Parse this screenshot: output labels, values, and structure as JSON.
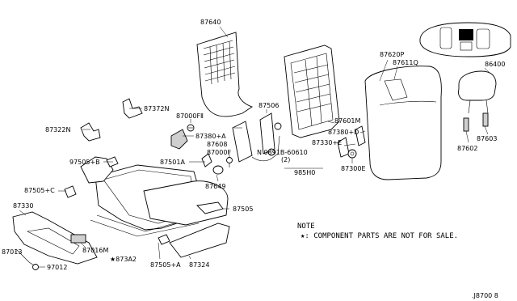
{
  "labels": {
    "p87640": "87640",
    "p87372N": "87372N",
    "p87000FII": "87000FⅡ",
    "p87322N": "87322N",
    "p87380A": "87380+A",
    "p87608": "87608",
    "p87000F": "87000F",
    "p87506": "87506",
    "p87601M": "87601M",
    "p87380D": "87380+D",
    "p87330E": "87330+E",
    "p87300E": "87300E",
    "p985H0": "985H0",
    "pBolt": "N 0891B-60610",
    "pBoltQty": "(2)",
    "p87620P": "87620P",
    "p87611Q": "87611Q",
    "p86400": "86400",
    "p87603": "87603",
    "p87602": "87602",
    "p97505B": "97505+B",
    "p87501A": "87501A",
    "p87505C": "87505+C",
    "p87649": "87649",
    "p87330": "87330",
    "p87505": "87505",
    "p87013": "87013",
    "p97012": "97012",
    "p87016M": "87016M",
    "p873A2": "873A2",
    "p87505A": "87505+A",
    "p87324": "87324"
  },
  "note": {
    "title": "NOTE",
    "text": "★: COMPONENT PARTS ARE NOT FOR SALE."
  },
  "diagram_code": ".J8700 8",
  "symbols": {
    "star": "★"
  }
}
